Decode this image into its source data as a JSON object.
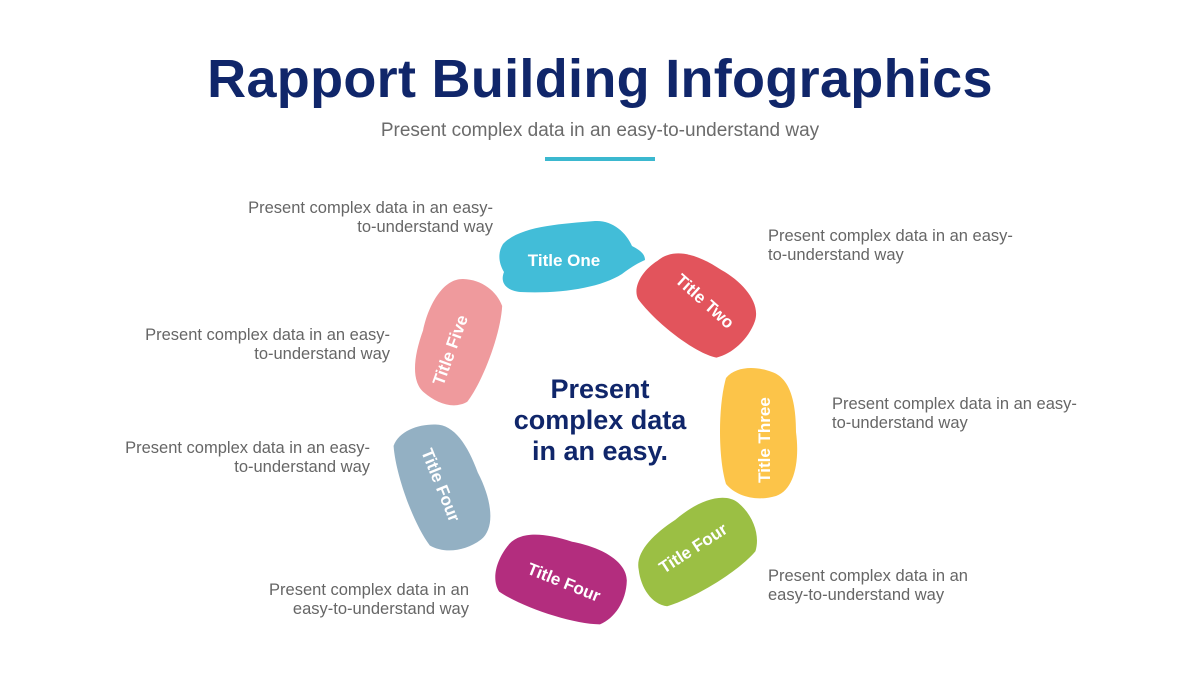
{
  "header": {
    "title": "Rapport Building Infographics",
    "subtitle": "Present complex data in an easy-to-understand way"
  },
  "center": {
    "lines": [
      "Present",
      "complex data",
      "in an easy."
    ]
  },
  "strokes": [
    {
      "label": "Title One",
      "color": "#42bdd8"
    },
    {
      "label": "Title Two",
      "color": "#e2545c"
    },
    {
      "label": "Title Three",
      "color": "#fcc449"
    },
    {
      "label": "Title Four",
      "color": "#9bbf44"
    },
    {
      "label": "Title Four",
      "color": "#b32d7e"
    },
    {
      "label": "Title Four",
      "color": "#93b0c3"
    },
    {
      "label": "Title Five",
      "color": "#ef9a9d"
    }
  ],
  "descriptions": [
    {
      "lines": [
        "Present complex data in an easy-",
        "to-understand way"
      ]
    },
    {
      "lines": [
        "Present complex data in an easy-",
        "to-understand way"
      ]
    },
    {
      "lines": [
        "Present complex data in an easy-",
        "to-understand way"
      ]
    },
    {
      "lines": [
        "Present complex data in an",
        "easy-to-understand way"
      ]
    },
    {
      "lines": [
        "Present complex data in an",
        "easy-to-understand way"
      ]
    },
    {
      "lines": [
        "Present complex data in an easy-",
        "to-understand way"
      ]
    },
    {
      "lines": [
        "Present complex data in an easy-",
        "to-understand way"
      ]
    }
  ]
}
